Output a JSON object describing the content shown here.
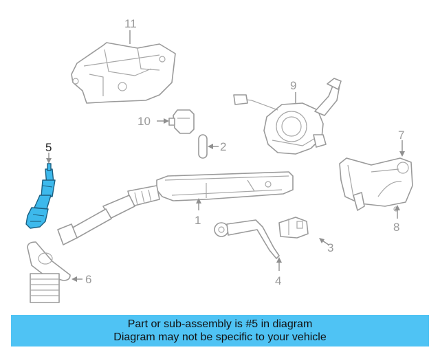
{
  "diagram": {
    "callouts": [
      {
        "id": "1",
        "label": "1"
      },
      {
        "id": "2",
        "label": "2"
      },
      {
        "id": "3",
        "label": "3"
      },
      {
        "id": "4",
        "label": "4"
      },
      {
        "id": "5",
        "label": "5"
      },
      {
        "id": "6",
        "label": "6"
      },
      {
        "id": "7",
        "label": "7"
      },
      {
        "id": "8",
        "label": "8"
      },
      {
        "id": "9",
        "label": "9"
      },
      {
        "id": "10",
        "label": "10"
      },
      {
        "id": "11",
        "label": "11"
      }
    ],
    "highlighted_part": "5",
    "highlight_color": "#3db9ec",
    "line_color": "#9a9a9a"
  },
  "banner": {
    "line1": "Part or sub-assembly is #5 in diagram",
    "line2": "Diagram may not be specific to your vehicle",
    "background": "#4fc3f4"
  }
}
